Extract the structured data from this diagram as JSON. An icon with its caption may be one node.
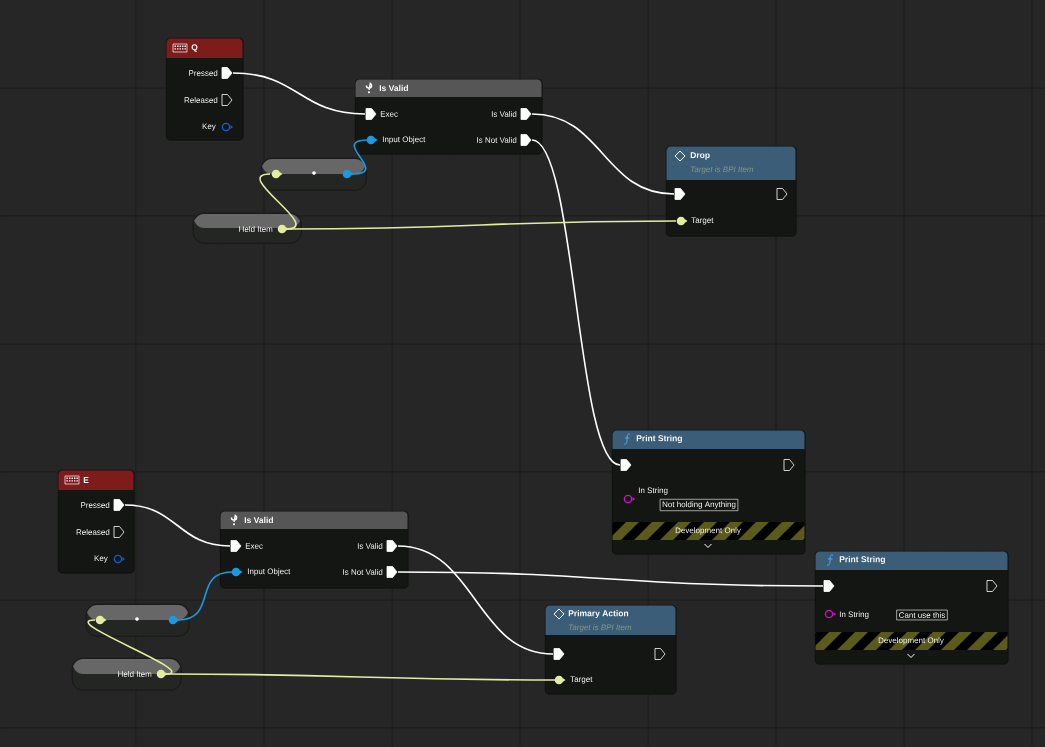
{
  "diagram": {
    "nodes": [
      {
        "text": [
          "Q",
          "Pressed",
          "Released",
          "Key"
        ]
      },
      {
        "text": [
          "Is Valid",
          "Exec",
          "Input Object",
          "Is Valid",
          "Is Not Valid"
        ]
      },
      {
        "text": [],
        "shape": "box"
      },
      {
        "text": [
          "Held Item"
        ]
      },
      {
        "text": [
          "Drop",
          "Target is BPI Item",
          "Target"
        ]
      },
      {
        "text": [
          "Print String",
          "In String",
          "Not holding Anything",
          "Development Only"
        ]
      },
      {
        "text": [
          "E",
          "Pressed",
          "Released",
          "Key"
        ]
      },
      {
        "text": [
          "Is Valid",
          "Exec",
          "Input Object",
          "Is Valid",
          "Is Not Valid"
        ]
      },
      {
        "text": [],
        "shape": "box"
      },
      {
        "text": [
          "Held Item"
        ]
      },
      {
        "text": [
          "Primary Action",
          "Target is BPI Item",
          "Target"
        ]
      },
      {
        "text": [
          "Print String",
          "In String",
          "Cant use this",
          "Development Only"
        ]
      }
    ],
    "edges": [
      {
        "from": 0,
        "to": 1,
        "arrow": "none"
      },
      {
        "from": 1,
        "to": 4,
        "arrow": "none"
      },
      {
        "from": 1,
        "to": 5,
        "arrow": "none"
      },
      {
        "from": 3,
        "to": 2,
        "arrow": "none",
        "color": "#e4eca0"
      },
      {
        "from": 2,
        "to": 1,
        "arrow": "none",
        "color": "#1a9ae0"
      },
      {
        "from": 3,
        "to": 4,
        "arrow": "none",
        "color": "#e4eca0"
      },
      {
        "from": 6,
        "to": 7,
        "arrow": "none"
      },
      {
        "from": 7,
        "to": 10,
        "arrow": "none"
      },
      {
        "from": 7,
        "to": 11,
        "arrow": "none"
      },
      {
        "from": 9,
        "to": 8,
        "arrow": "none",
        "color": "#e4eca0"
      },
      {
        "from": 8,
        "to": 7,
        "arrow": "none",
        "color": "#1a9ae0"
      },
      {
        "from": 9,
        "to": 10,
        "arrow": "none",
        "color": "#e4eca0"
      }
    ]
  }
}
